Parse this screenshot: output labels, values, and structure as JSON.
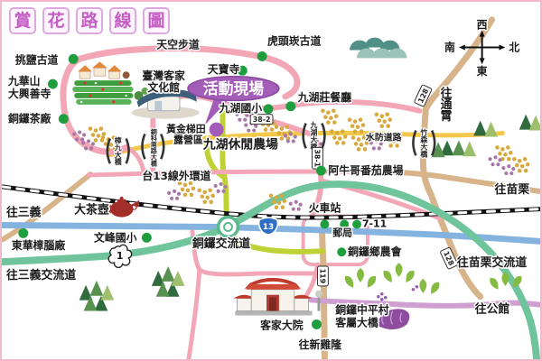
{
  "title": {
    "chars": [
      "賞",
      "花",
      "路",
      "線",
      "圖"
    ]
  },
  "compass": {
    "up": "西",
    "down": "東",
    "left": "南",
    "right": "北"
  },
  "event_bubble": {
    "label": "活動現場"
  },
  "labels": {
    "sky_walk": "天空步道",
    "hutoukan_trail": "虎頭崁古道",
    "tiaoyan_trail": "挑鹽古道",
    "tianbao_temple": "天寶寺",
    "jiuhuashan": "九華山",
    "daxingshan_temple": "大興善寺",
    "hakka_hall_1": "臺灣客家",
    "hakka_hall_2": "文化館",
    "jiuhu_elementary": "九湖國小",
    "jiuhuzhuang_restaurant": "九湖莊餐廳",
    "tongluo_tea_factory": "銅鑼茶廠",
    "golden_terrace_1": "黃金梯田",
    "golden_terrace_2": "露營區",
    "jiuhu_leisure_farm": "九湖休閒農場",
    "shuifang_road": "水防道路",
    "aniuge_tomato_farm": "阿牛哥番茄農場",
    "tai13_ring_road": "台13線外環道",
    "to_tongxiao": "往通霄",
    "to_miaoli": "往苗栗",
    "train_station": "火車站",
    "seven_eleven": "7-11",
    "post_office": "郵局",
    "farmers_association": "銅鑼鄉農會",
    "tongluo_interchange": "銅鑼交流道",
    "big_teapot": "大茶壺",
    "wenfeng_elementary": "文峰國小",
    "donghua_camphor_factory": "東華樟腦廠",
    "to_sanyi": "往三義",
    "to_sanyi_interchange": "往三義交流道",
    "to_miaoli_interchange": "往苗栗交流道",
    "to_gongguan": "往公館",
    "zhongping_line1": "銅鑼中平村",
    "zhongping_line2": "客屬大橋",
    "hakka_courtyard": "客家大院",
    "to_xinjilong": "往新雞隆"
  },
  "bridges": {
    "zhangjiu": "樟九大橋",
    "tongke_south": "銅科南路大橋",
    "jiuhu": "九湖大橋",
    "zhusen": "竹森大橋"
  },
  "markers": {
    "county_38_2": "38-2",
    "county_38_1": "38-1",
    "route_128_north": "128",
    "route_128_south": "128",
    "county_119": "119",
    "freeway_1": "1",
    "highway_13": "13"
  },
  "colors": {
    "pink_road": "#f2a6b6",
    "tan_road": "#d7b489",
    "yellow_road": "#f3c84b",
    "olive_road": "#bfd235",
    "freeway_green": "#6fc49c",
    "highway_blue": "#85b3e0",
    "purple_road": "#cf9fd2",
    "poi_green": "#1f9e3e",
    "event_purple": "#a35cb8",
    "title_pink": "#c45ec4"
  }
}
